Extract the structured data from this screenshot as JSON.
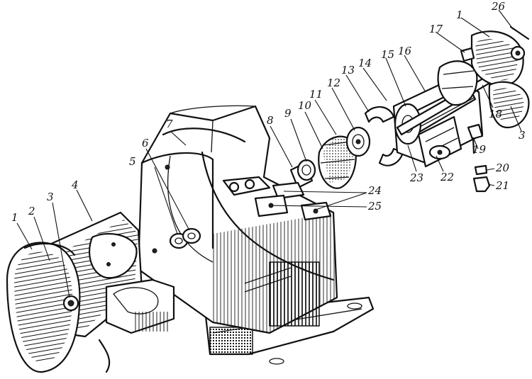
{
  "figure": {
    "callouts": {
      "c1a": "1",
      "c2": "2",
      "c3a": "3",
      "c4": "4",
      "c5": "5",
      "c6": "6",
      "c7": "7",
      "c8": "8",
      "c9": "9",
      "c10": "10",
      "c11": "11",
      "c12": "12",
      "c13": "13",
      "c14": "14",
      "c15": "15",
      "c16": "16",
      "c17": "17",
      "c1b": "1",
      "c26": "26",
      "c18": "18",
      "c3b": "3",
      "c19": "19",
      "c20": "20",
      "c21": "21",
      "c22": "22",
      "c23": "23",
      "c24": "24",
      "c25": "25"
    }
  }
}
